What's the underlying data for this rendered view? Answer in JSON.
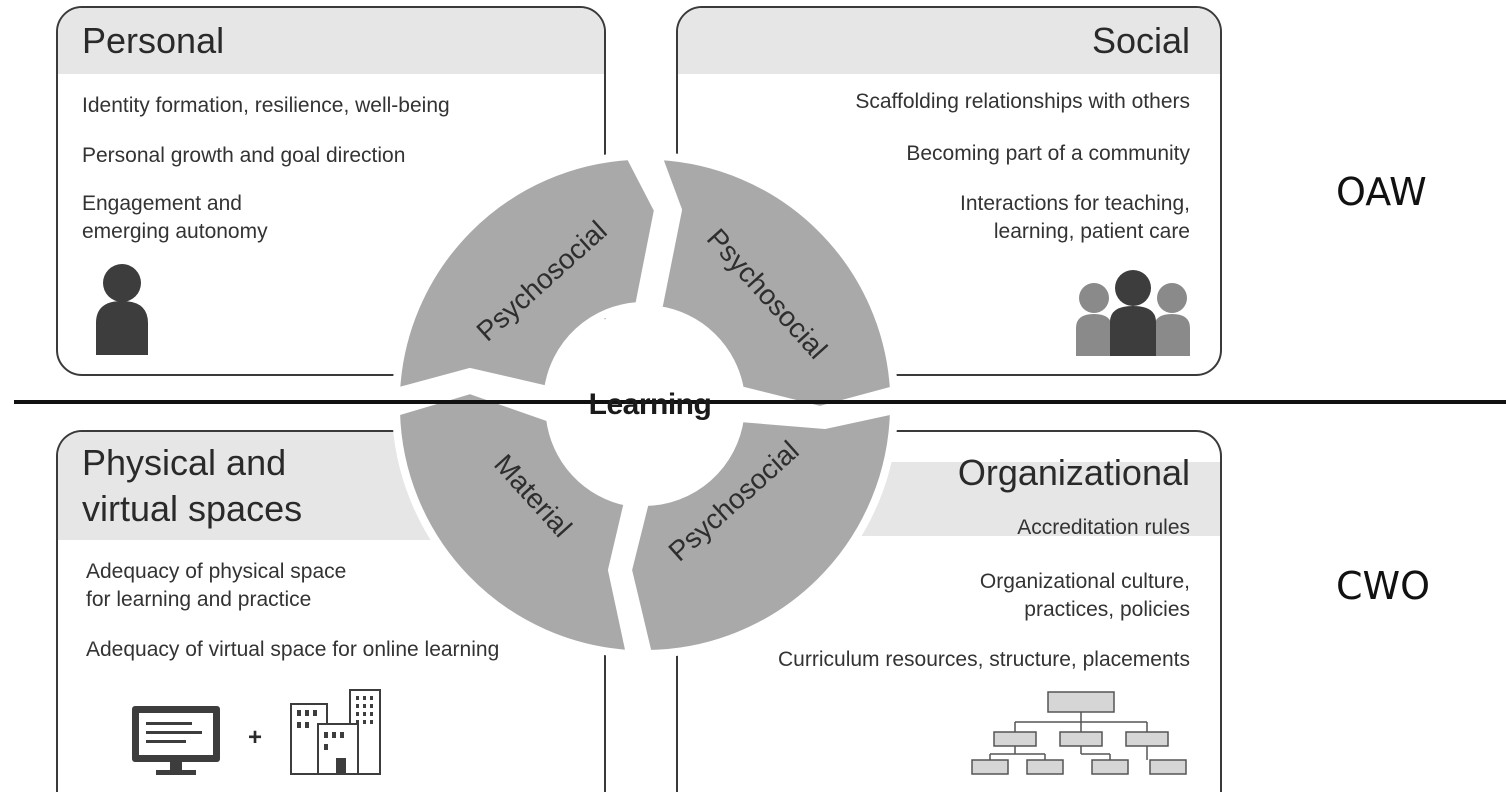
{
  "panels": {
    "personal": {
      "title": "Personal",
      "items": [
        "Identity formation, resilience, well-being",
        "Personal growth and goal direction",
        "Engagement and",
        "emerging autonomy"
      ]
    },
    "social": {
      "title": "Social",
      "items": [
        "Scaffolding relationships with others",
        "Becoming part of a community",
        "Interactions for teaching,",
        "learning, patient care"
      ]
    },
    "physical": {
      "title_lines": [
        "Physical and",
        "virtual spaces"
      ],
      "items": [
        "Adequacy of physical space",
        "for learning and practice",
        "Adequacy of virtual space for online learning"
      ],
      "plus": "+"
    },
    "organizational": {
      "title": "Organizational",
      "items": [
        "Accreditation rules",
        "Organizational culture,",
        "practices, policies",
        "Curriculum resources, structure, placements"
      ]
    }
  },
  "wheel": {
    "center": "Learning",
    "segments": [
      "Psychosocial",
      "Psychosocial",
      "Psychosocial",
      "Material"
    ]
  },
  "side_labels": {
    "top": "OAW",
    "bottom": "CWO"
  },
  "colors": {
    "segment": "#a9a9a9",
    "panel_header": "#e6e6e6",
    "icon_dark": "#3d3d3d",
    "icon_light": "#8a8a8a"
  }
}
